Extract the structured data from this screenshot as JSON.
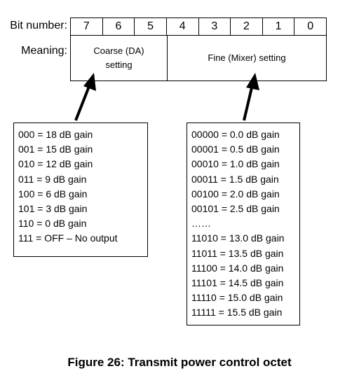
{
  "table": {
    "bit_number_label": "Bit number:",
    "meaning_label": "Meaning:",
    "bits": [
      "7",
      "6",
      "5",
      "4",
      "3",
      "2",
      "1",
      "0"
    ],
    "coarse_meaning": "Coarse (DA)\nsetting",
    "fine_meaning": "Fine (Mixer) setting"
  },
  "coarse_legend": [
    "000 = 18 dB gain",
    "001 = 15 dB gain",
    "010 = 12 dB gain",
    "011 = 9 dB gain",
    "100 = 6 dB gain",
    "101 = 3 dB gain",
    "110 = 0 dB gain",
    "111 = OFF – No output"
  ],
  "fine_legend": [
    "00000 = 0.0 dB gain",
    "00001 = 0.5 dB gain",
    "00010 = 1.0 dB gain",
    "00011 = 1.5 dB gain",
    "00100 = 2.0 dB gain",
    "00101 = 2.5 dB gain",
    "……",
    "11010 = 13.0 dB gain",
    "11011 = 13.5 dB gain",
    "11100 = 14.0 dB gain",
    "11101 = 14.5 dB gain",
    "11110 = 15.0 dB gain",
    "11111 = 15.5 dB gain"
  ],
  "caption": "Figure 26:  Transmit power control octet"
}
